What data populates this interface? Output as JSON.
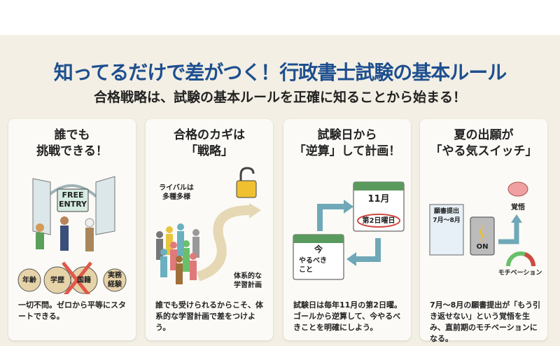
{
  "header": {
    "title": "知ってるだけで差がつく！行政書士試験の基本ルール",
    "subtitle": "合格戦略は、試験の基本ルールを正確に知ることから始まる！"
  },
  "cards": [
    {
      "title": "誰でも\n挑戦できる！",
      "sign": "FREE\nENTRY",
      "badges": [
        "年齢",
        "学歴",
        "国籍",
        "実務\n経験"
      ],
      "desc": "一切不問。ゼロから平等にスタートできる。"
    },
    {
      "title": "合格のカギは\n「戦略」",
      "label_rivals": "ライバルは\n多種多様",
      "label_plan": "体系的な\n学習計画",
      "desc": "誰でも受けられるからこそ、体系的な学習計画で差をつけよう。"
    },
    {
      "title": "試験日から\n「逆算」して計画！",
      "cal_month": "11月",
      "cal_day": "第2日曜日",
      "now": "今",
      "todo": "やるべき\nこと",
      "desc": "試験日は毎年11月の第2日曜。ゴールから逆算して、今やるべきことを明確にしよう。"
    },
    {
      "title": "夏の出願が\n「やる気スイッチ」",
      "doc": "願書提出\n7月〜8月",
      "switch": "ON",
      "resolve": "覚悟",
      "motivation": "モチベーション",
      "desc": "7月〜8月の願書提出が「もう引き返せない」という覚悟を生み、直前期のモチベーションになる。"
    }
  ],
  "colors": {
    "title": "#1e4f8f",
    "arrow": "#6fa8b8",
    "calendar": "#5a9a5e"
  }
}
